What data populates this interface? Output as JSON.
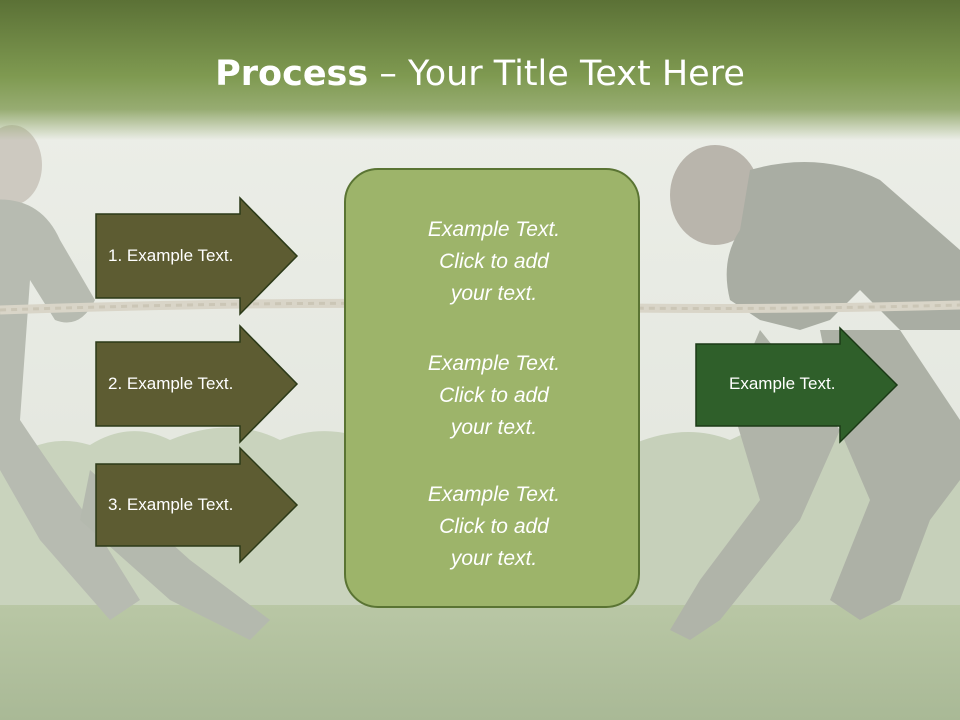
{
  "title": {
    "bold": "Process",
    "rest": " – Your Title Text Here"
  },
  "input_arrows": [
    {
      "label": "1. Example Text."
    },
    {
      "label": "2. Example Text."
    },
    {
      "label": "3. Example Text."
    }
  ],
  "center_box": {
    "paragraphs": [
      {
        "line1": "Example Text.",
        "line2": "Click  to add",
        "line3": "your text."
      },
      {
        "line1": "Example Text.",
        "line2": "Click  to add",
        "line3": "your text."
      },
      {
        "line1": "Example Text.",
        "line2": "Click  to add",
        "line3": "your text."
      }
    ]
  },
  "output_arrow": {
    "label": "Example Text."
  },
  "colors": {
    "title_band": "#7f9a51",
    "input_arrow_fill": "#5d5c32",
    "center_box_fill": "#9db46a",
    "output_arrow_fill": "#2f5f2a",
    "text": "#ffffff"
  },
  "background_image": "tug-of-war-photo"
}
